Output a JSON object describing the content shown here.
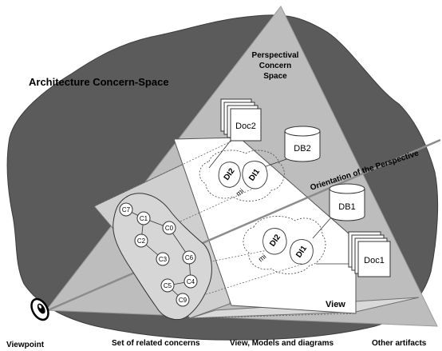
{
  "space_title": "Architecture Concern-Space",
  "perspectival_space": {
    "line1": "Perspectival",
    "line2": "Concern",
    "line3": "Space"
  },
  "orientation_label": "Orientation of the Perspective",
  "view_label": "View",
  "artifacts": {
    "doc1": "Doc1",
    "doc2": "Doc2",
    "db1": "DB1",
    "db2": "DB2"
  },
  "diagram_items": {
    "di1": "DI1",
    "di2": "DI2",
    "mi": "mi"
  },
  "concerns": [
    "C7",
    "C1",
    "C0",
    "C2",
    "C3",
    "C6",
    "C4",
    "C5",
    "C9"
  ],
  "bottom_labels": {
    "viewpoint": "Viewpoint",
    "related_concerns": "Set of related concerns",
    "models": "View, Models and diagrams",
    "other_artifacts": "Other artifacts"
  },
  "colors": {
    "concern_space": "#5b5b5b",
    "perspective_beam": "#bdbdbd",
    "concern_blob": "#d6d6d6",
    "view_plane": "#ffffff"
  }
}
